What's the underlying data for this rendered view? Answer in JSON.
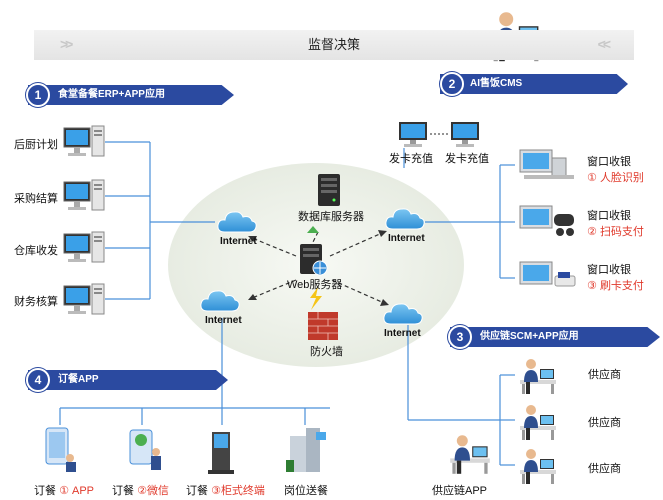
{
  "header": {
    "title": "监督决策"
  },
  "sections": {
    "s1": {
      "num": "1",
      "title": "食堂备餐ERP+APP应用"
    },
    "s2": {
      "num": "2",
      "title": "AI售饭CMS"
    },
    "s3": {
      "num": "3",
      "title": "供应链SCM+APP应用"
    },
    "s4": {
      "num": "4",
      "title": "订餐APP"
    }
  },
  "erp_nodes": [
    "后厨计划",
    "采购结算",
    "仓库收发",
    "财务核算"
  ],
  "cms": {
    "card_top_left": "发卡充值",
    "card_top_right": "发卡充值",
    "windows": [
      {
        "label": "窗口收银",
        "num": "①",
        "method": "人脸识别"
      },
      {
        "label": "窗口收银",
        "num": "②",
        "method": "扫码支付"
      },
      {
        "label": "窗口收银",
        "num": "③",
        "method": "刷卡支付"
      }
    ]
  },
  "center": {
    "db_server": "数据库服务器",
    "web_server": "Web服务器",
    "firewall": "防火墙",
    "internet_left_top": "Internet",
    "internet_right_top": "Internet",
    "internet_left_bottom": "Internet",
    "internet_right_bottom": "Internet"
  },
  "supply": {
    "suppliers": [
      "供应商",
      "供应商",
      "供应商"
    ],
    "app": "供应链APP"
  },
  "ordering": [
    {
      "prefix": "订餐",
      "num": "①",
      "name": "APP"
    },
    {
      "prefix": "订餐",
      "num": "②",
      "name": "微信"
    },
    {
      "prefix": "订餐",
      "num": "③",
      "name": "柜式终端"
    },
    {
      "prefix": "",
      "num": "",
      "name": "岗位送餐"
    }
  ],
  "colors": {
    "banner": "#2b4aa0",
    "accent_red": "#e0392b",
    "line": "#4a90d9",
    "cloud": "#3ea0e0"
  }
}
